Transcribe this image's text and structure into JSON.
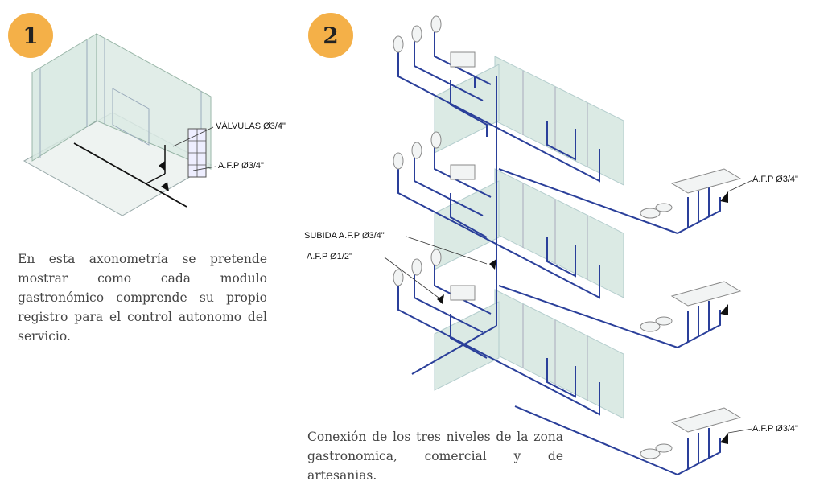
{
  "badges": {
    "one": "1",
    "two": "2"
  },
  "labels": {
    "valvulas": "VÁLVULAS Ø3/4\"",
    "afp_left": "A.F.P Ø3/4\"",
    "subida": "SUBIDA A.F.P Ø3/4\"",
    "afp_half": "A.F.P Ø1/2\"",
    "afp_right_top": "A.F.P Ø3/4\"",
    "afp_right_bottom": "A.F.P Ø3/4\""
  },
  "text": {
    "paragraph1": "En esta axonometría se pretende mostrar como cada modulo gastronómico comprende su propio registro para el control autonomo del servicio.",
    "paragraph2": "Conexión de los tres niveles de la zona gastronomica, comercial y de artesanias."
  },
  "colors": {
    "badge": "#f4b048",
    "pipe": "#2a3f9a",
    "glass": "#cfe3dc"
  }
}
